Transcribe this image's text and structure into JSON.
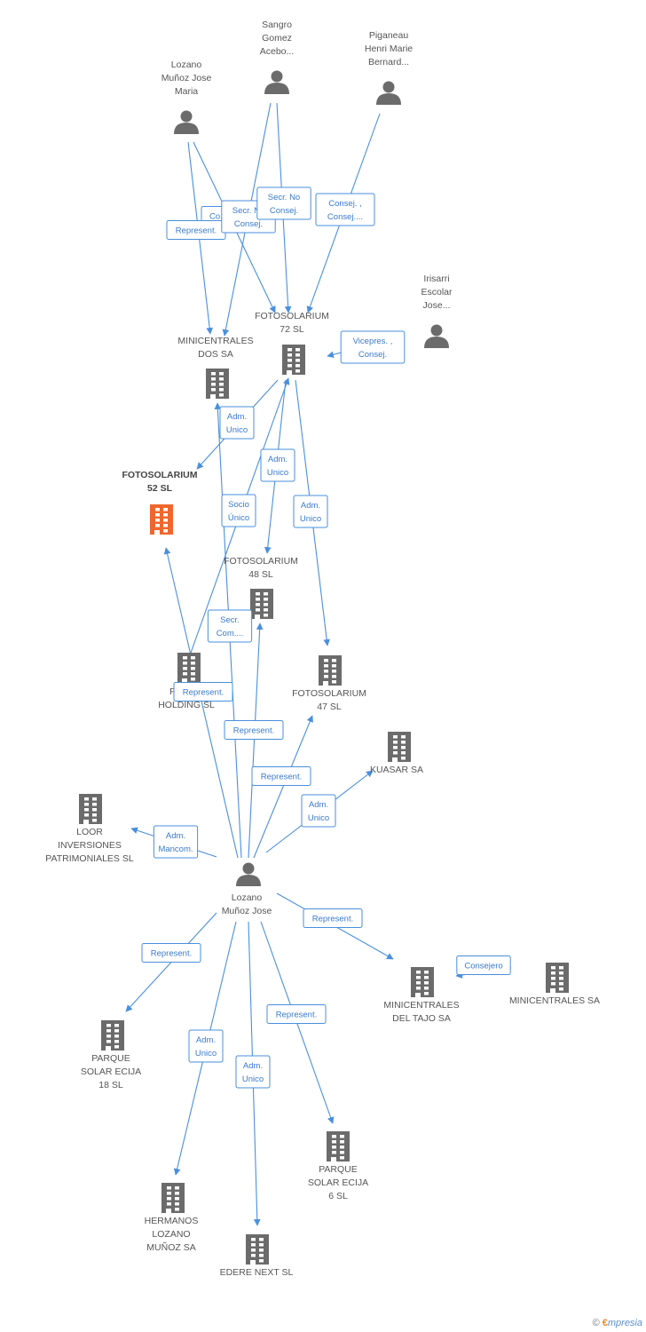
{
  "colors": {
    "edge": "#4a8fdc",
    "node": "#6b6b6b",
    "focus": "#f0672d"
  },
  "nodes": [
    {
      "id": "sangro",
      "type": "person",
      "label": [
        "Sangro",
        "Gomez",
        "Acebo..."
      ]
    },
    {
      "id": "piganeau",
      "type": "person",
      "label": [
        "Piganeau",
        "Henri Marie",
        "Bernard..."
      ]
    },
    {
      "id": "lozano_m",
      "type": "person",
      "label": [
        "Lozano",
        "Muñoz Jose",
        "Maria"
      ]
    },
    {
      "id": "irisarri",
      "type": "person",
      "label": [
        "Irisarri",
        "Escolar",
        "Jose..."
      ]
    },
    {
      "id": "foto72",
      "type": "company",
      "label": [
        "FOTOSOLARIUM",
        "72 SL"
      ]
    },
    {
      "id": "minidos",
      "type": "company",
      "label": [
        "MINICENTRALES",
        "DOS SA"
      ]
    },
    {
      "id": "foto52",
      "type": "company",
      "focus": true,
      "label": [
        "FOTOSOLARIUM",
        "52 SL"
      ]
    },
    {
      "id": "foto48",
      "type": "company",
      "label": [
        "FOTOSOLARIUM",
        "48 SL"
      ]
    },
    {
      "id": "fotohold",
      "type": "company",
      "label": [
        "FOTO...",
        "HOLDING  SL"
      ]
    },
    {
      "id": "foto47",
      "type": "company",
      "label": [
        "FOTOSOLARIUM",
        "47 SL"
      ]
    },
    {
      "id": "kuasar",
      "type": "company",
      "label": [
        "KUASAR SA"
      ]
    },
    {
      "id": "loor",
      "type": "company",
      "label": [
        "LOOR",
        "INVERSIONES",
        "PATRIMONIALES SL"
      ]
    },
    {
      "id": "lozano_j",
      "type": "person",
      "label": [
        "Lozano",
        "Muñoz Jose"
      ]
    },
    {
      "id": "minitajo",
      "type": "company",
      "label": [
        "MINICENTRALES",
        "DEL TAJO SA"
      ]
    },
    {
      "id": "minisa",
      "type": "company",
      "label": [
        "MINICENTRALES SA"
      ]
    },
    {
      "id": "parque18",
      "type": "company",
      "label": [
        "PARQUE",
        "SOLAR ECIJA",
        "18 SL"
      ]
    },
    {
      "id": "parque6",
      "type": "company",
      "label": [
        "PARQUE",
        "SOLAR ECIJA",
        "6 SL"
      ]
    },
    {
      "id": "hermanos",
      "type": "company",
      "label": [
        "HERMANOS",
        "LOZANO",
        "MUÑOZ SA"
      ]
    },
    {
      "id": "edere",
      "type": "company",
      "label": [
        "EDERE NEXT SL"
      ]
    }
  ],
  "edges": [
    {
      "from": "lozano_m",
      "to": "foto72",
      "label": [
        "Co..."
      ]
    },
    {
      "from": "lozano_m",
      "to": "minidos",
      "label": [
        "Represent."
      ]
    },
    {
      "from": "sangro",
      "to": "minidos",
      "label": [
        "Secr.  No",
        "Consej."
      ]
    },
    {
      "from": "sangro",
      "to": "foto72",
      "label": [
        "Secr.  No",
        "Consej."
      ]
    },
    {
      "from": "piganeau",
      "to": "foto72",
      "label": [
        "Consej. ,",
        "Consej...."
      ]
    },
    {
      "from": "irisarri",
      "to": "foto72",
      "label": [
        "Vicepres. ,",
        "Consej."
      ]
    },
    {
      "from": "foto72",
      "to": "foto52",
      "label": [
        "Adm.",
        "Unico"
      ]
    },
    {
      "from": "foto72",
      "to": "foto48",
      "label": [
        "Adm.",
        "Unico"
      ]
    },
    {
      "from": "foto72",
      "to": "foto47",
      "label": [
        "Adm.",
        "Unico"
      ]
    },
    {
      "from": "fotohold",
      "to": "foto72",
      "label": [
        "Socio",
        "Único"
      ]
    },
    {
      "from": "lozano_j",
      "to": "minidos",
      "label": [
        "Secr.",
        "Com...."
      ]
    },
    {
      "from": "lozano_j",
      "to": "foto52",
      "label": [
        "Represent."
      ]
    },
    {
      "from": "lozano_j",
      "to": "foto48",
      "label": [
        "Represent."
      ]
    },
    {
      "from": "lozano_j",
      "to": "foto47",
      "label": [
        "Represent."
      ]
    },
    {
      "from": "lozano_j",
      "to": "kuasar",
      "label": [
        "Adm.",
        "Unico"
      ]
    },
    {
      "from": "lozano_j",
      "to": "loor",
      "label": [
        "Adm.",
        "Mancom."
      ]
    },
    {
      "from": "lozano_j",
      "to": "minitajo",
      "label": [
        "Represent."
      ]
    },
    {
      "from": "minisa",
      "to": "minitajo",
      "label": [
        "Consejero"
      ]
    },
    {
      "from": "lozano_j",
      "to": "parque18",
      "label": [
        "Represent."
      ]
    },
    {
      "from": "lozano_j",
      "to": "hermanos",
      "label": [
        "Adm.",
        "Unico"
      ]
    },
    {
      "from": "lozano_j",
      "to": "edere",
      "label": [
        "Adm.",
        "Unico"
      ]
    },
    {
      "from": "lozano_j",
      "to": "parque6",
      "label": [
        "Represent."
      ]
    }
  ],
  "brand": {
    "copyright": "©",
    "initial": "€",
    "name": "mpresia"
  }
}
